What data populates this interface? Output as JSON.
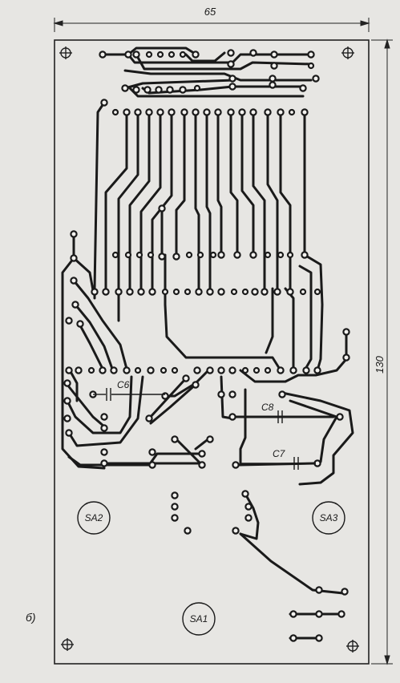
{
  "dimensions": {
    "width": "65",
    "height": "130"
  },
  "components": {
    "c6": "C6",
    "c7": "C7",
    "c8": "C8"
  },
  "switches": {
    "sa1": "SA1",
    "sa2": "SA2",
    "sa3": "SA3"
  },
  "figure_label": "б)"
}
